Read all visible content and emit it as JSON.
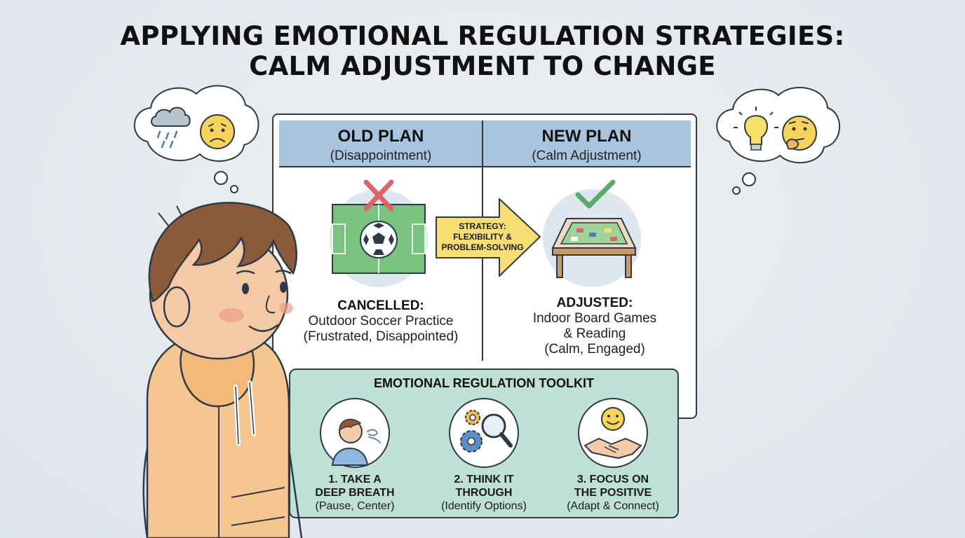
{
  "title": {
    "line1": "APPLYING EMOTIONAL REGULATION STRATEGIES:",
    "line2": "CALM ADJUSTMENT TO CHANGE"
  },
  "old_plan": {
    "title": "OLD PLAN",
    "subtitle": "(Disappointment)",
    "status": "CANCELLED:",
    "activity": "Outdoor Soccer Practice",
    "feelings": "(Frustrated, Disappointed)"
  },
  "new_plan": {
    "title": "NEW PLAN",
    "subtitle": "(Calm Adjustment)",
    "status": "ADJUSTED:",
    "activity_line1": "Indoor Board Games",
    "activity_line2": "& Reading",
    "feelings": "(Calm, Engaged)"
  },
  "strategy": {
    "line1": "STRATEGY:",
    "line2": "FLEXIBILITY &",
    "line3": "PROBLEM-SOLVING"
  },
  "toolkit": {
    "title": "EMOTIONAL REGULATION TOOLKIT",
    "tools": [
      {
        "line1": "1. TAKE A",
        "line2": "DEEP BREATH",
        "detail": "(Pause, Center)",
        "icon": "breathing-person-icon"
      },
      {
        "line1": "2. THINK IT",
        "line2": "THROUGH",
        "detail": "(Identify Options)",
        "icon": "gears-magnifier-icon"
      },
      {
        "line1": "3. FOCUS ON",
        "line2": "THE POSITIVE",
        "detail": "(Adapt & Connect)",
        "icon": "smile-handshake-icon"
      }
    ]
  },
  "colors": {
    "header_blue": "#a9c4df",
    "toolkit_green": "#bfe0d6",
    "field_green": "#79c27f",
    "arrow_yellow": "#f7dd72",
    "cross_red": "#e0626a",
    "check_green": "#5cab6a",
    "hoodie_orange": "#f6c690",
    "hair_brown": "#8a5a3b"
  }
}
